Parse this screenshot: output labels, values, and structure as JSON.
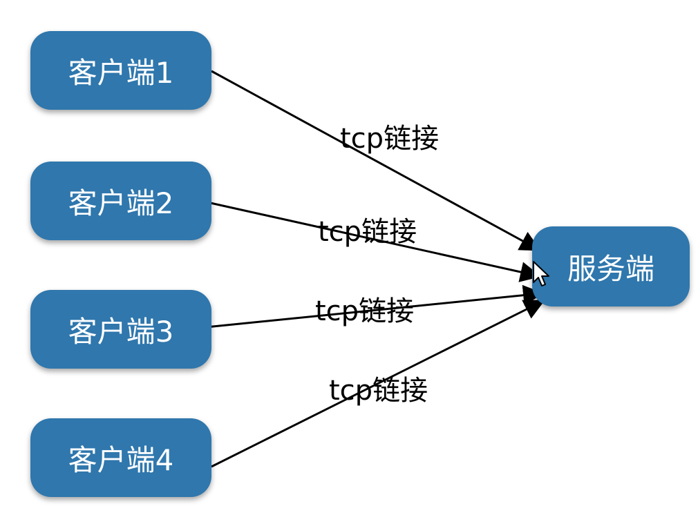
{
  "nodes": {
    "client1": "客户端1",
    "client2": "客户端2",
    "client3": "客户端3",
    "client4": "客户端4",
    "server": "服务端"
  },
  "edges": [
    {
      "from": "client1",
      "to": "server",
      "label": "tcp链接"
    },
    {
      "from": "client2",
      "to": "server",
      "label": "tcp链接"
    },
    {
      "from": "client3",
      "to": "server",
      "label": "tcp链接"
    },
    {
      "from": "client4",
      "to": "server",
      "label": "tcp链接"
    }
  ],
  "colors": {
    "node_fill": "#2f77ad",
    "node_text": "#ffffff",
    "edge": "#000000"
  },
  "icons": {
    "cursor": "mouse-pointer-icon"
  }
}
